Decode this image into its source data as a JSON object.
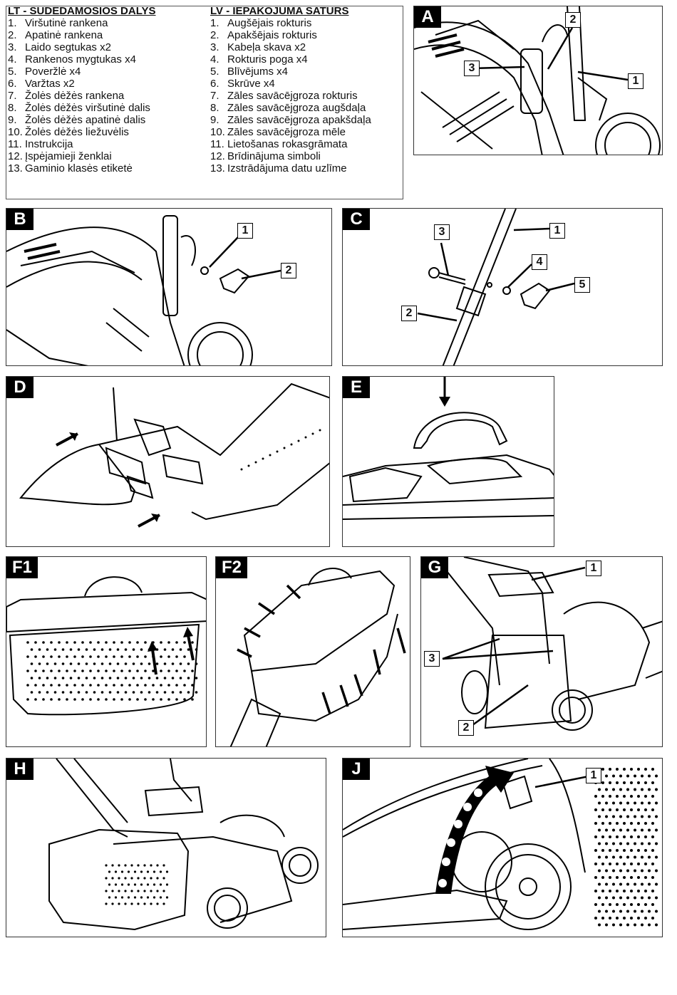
{
  "parts_lists": [
    {
      "heading": "LT - SUDEDAMOSIOS DALYS",
      "items": [
        {
          "num": "1.",
          "text": "Viršutinė rankena"
        },
        {
          "num": "2.",
          "text": "Apatinė rankena"
        },
        {
          "num": "3.",
          "text": "Laido segtukas x2"
        },
        {
          "num": "4.",
          "text": "Rankenos mygtukas x4"
        },
        {
          "num": "5.",
          "text": "Poveržlė x4"
        },
        {
          "num": "6.",
          "text": "Varžtas x2"
        },
        {
          "num": "7.",
          "text": "Žolės dėžės rankena"
        },
        {
          "num": "8.",
          "text": "Žolės dėžės viršutinė dalis"
        },
        {
          "num": "9.",
          "text": "Žolės dėžės apatinė dalis"
        },
        {
          "num": "10.",
          "text": "Žolės dėžės liežuvėlis"
        },
        {
          "num": "11.",
          "text": "Instrukcija"
        },
        {
          "num": "12.",
          "text": "Įspėjamieji ženklai"
        },
        {
          "num": "13.",
          "text": "Gaminio klasės etiketė"
        }
      ]
    },
    {
      "heading": "LV - IEPAKOJUMA SATURS",
      "items": [
        {
          "num": "1.",
          "text": "Augšējais rokturis"
        },
        {
          "num": "2.",
          "text": "Apakšējais rokturis"
        },
        {
          "num": "3.",
          "text": "Kabeļa skava x2"
        },
        {
          "num": "4.",
          "text": "Rokturis poga x4"
        },
        {
          "num": "5.",
          "text": "Blīvējums x4"
        },
        {
          "num": "6.",
          "text": "Skrūve x4"
        },
        {
          "num": "7.",
          "text": "Zāles savācējgroza rokturis"
        },
        {
          "num": "8.",
          "text": "Zāles savācējgroza augšdaļa"
        },
        {
          "num": "9.",
          "text": "Zāles savācējgroza apakšdaļa"
        },
        {
          "num": "10.",
          "text": "Zāles savācējgroza mēle"
        },
        {
          "num": "11.",
          "text": "Lietošanas rokasgrāmata"
        },
        {
          "num": "12.",
          "text": "Brīdinājuma simboli"
        },
        {
          "num": "13.",
          "text": "Izstrādājuma datu uzlīme"
        }
      ]
    }
  ],
  "panels": {
    "A": {
      "label": "A",
      "callouts": [
        "2",
        "3",
        "1"
      ]
    },
    "B": {
      "label": "B",
      "callouts": [
        "1",
        "2"
      ]
    },
    "C": {
      "label": "C",
      "callouts": [
        "3",
        "1",
        "4",
        "5",
        "2"
      ]
    },
    "D": {
      "label": "D"
    },
    "E": {
      "label": "E"
    },
    "F1": {
      "label": "F1"
    },
    "F2": {
      "label": "F2"
    },
    "G": {
      "label": "G",
      "callouts": [
        "1",
        "3",
        "2"
      ]
    },
    "H": {
      "label": "H"
    },
    "J": {
      "label": "J",
      "callouts": [
        "1"
      ]
    }
  }
}
